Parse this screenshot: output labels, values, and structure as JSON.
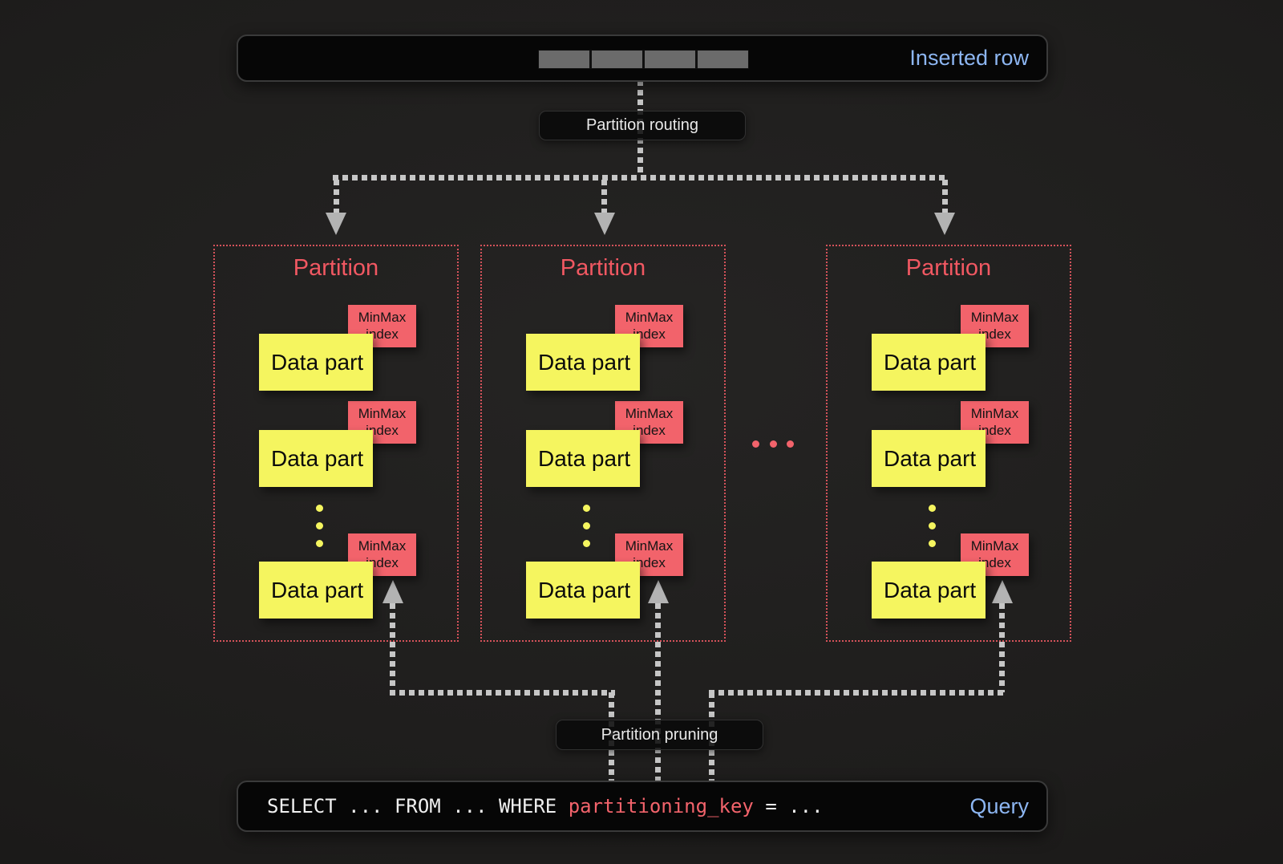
{
  "colors": {
    "background": "#1d1c1b",
    "panel_bg": "#060606",
    "accent_blue": "#8db6f2",
    "accent_red": "#f15862",
    "tag_pink": "#f2636b",
    "part_yellow": "#f5f55f",
    "dash_gray": "#c6c6c6",
    "arrow_gray": "#b3b3b3",
    "border_red": "#d4525a",
    "segment_gray": "#6b6b6b"
  },
  "inserted_row": {
    "label": "Inserted row",
    "segment_count": 4
  },
  "flow_labels": {
    "routing": "Partition routing",
    "pruning": "Partition pruning"
  },
  "partitions": [
    {
      "title": "Partition",
      "parts": [
        {
          "label": "Data part",
          "tag": "MinMax index"
        },
        {
          "label": "Data part",
          "tag": "MinMax index"
        },
        {
          "label": "Data part",
          "tag": "MinMax index"
        }
      ]
    },
    {
      "title": "Partition",
      "parts": [
        {
          "label": "Data part",
          "tag": "MinMax index"
        },
        {
          "label": "Data part",
          "tag": "MinMax index"
        },
        {
          "label": "Data part",
          "tag": "MinMax index"
        }
      ]
    },
    {
      "title": "Partition",
      "parts": [
        {
          "label": "Data part",
          "tag": "MinMax index"
        },
        {
          "label": "Data part",
          "tag": "MinMax index"
        },
        {
          "label": "Data part",
          "tag": "MinMax index"
        }
      ]
    }
  ],
  "partition_more_parts_dots": 3,
  "partition_gap_ellipsis_dots": 3,
  "query": {
    "sql_prefix": "SELECT ... FROM ... WHERE ",
    "sql_key": "partitioning_key",
    "sql_suffix": " = ...",
    "label": "Query"
  }
}
